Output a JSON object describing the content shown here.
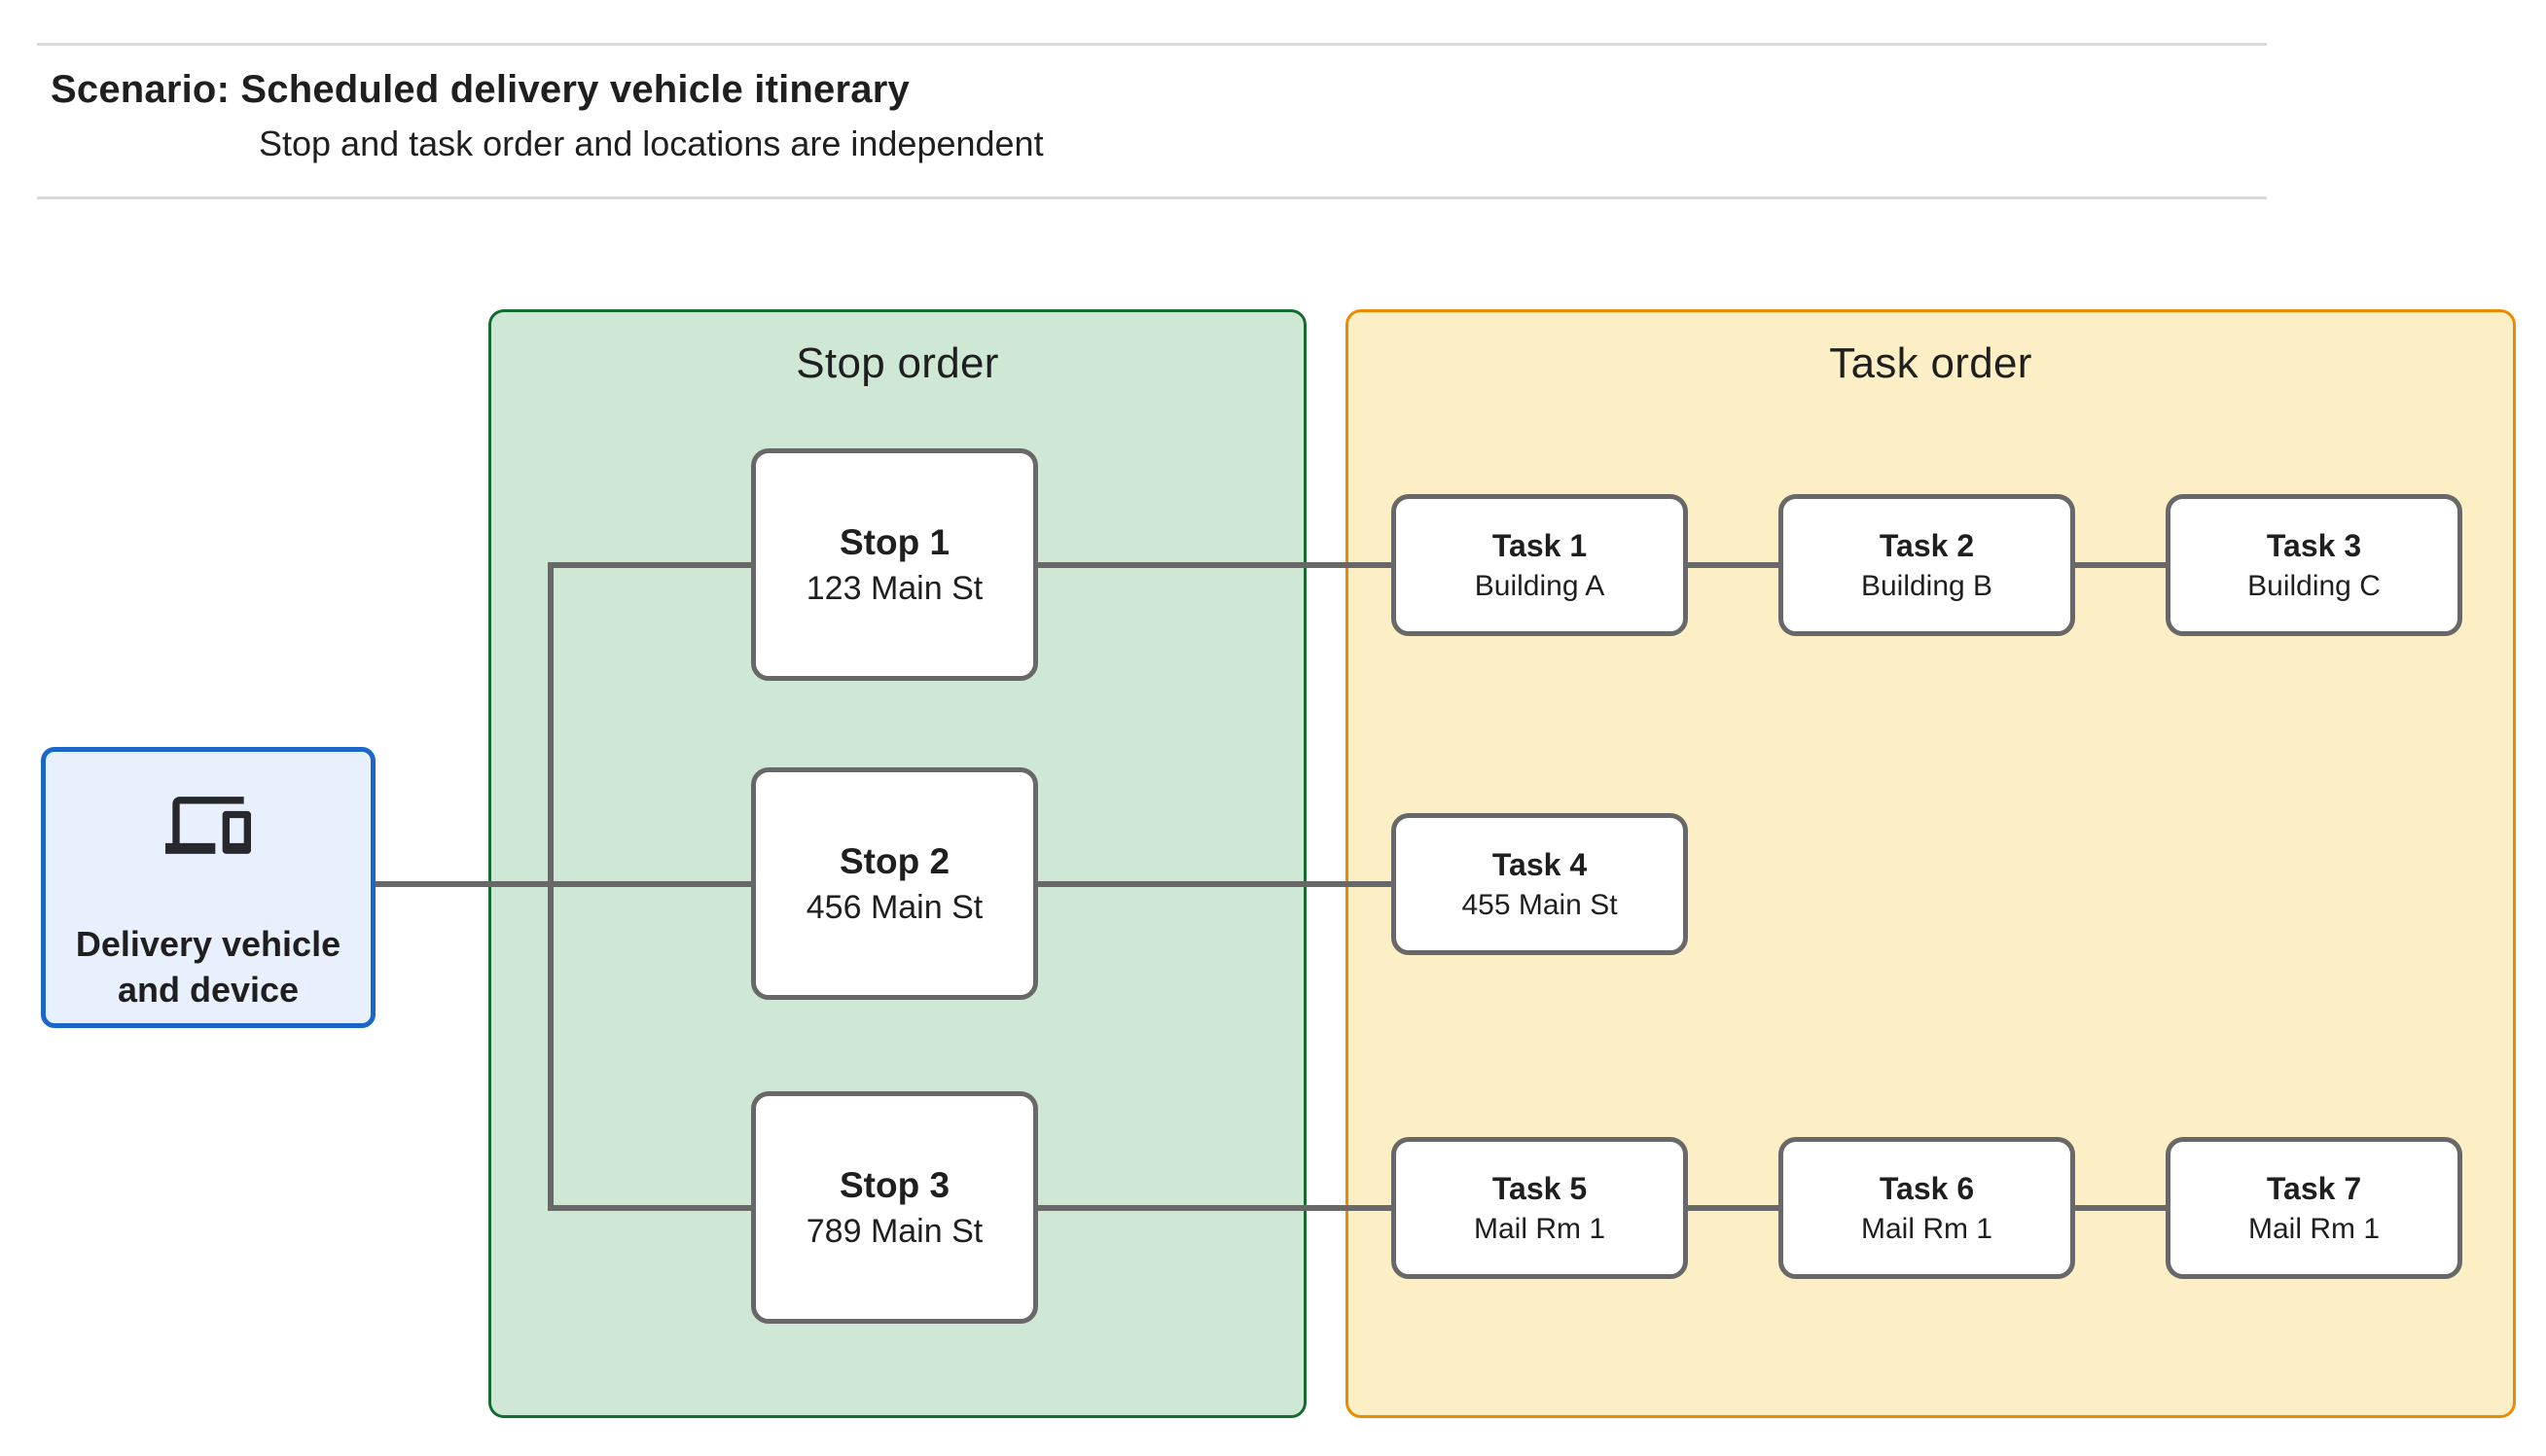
{
  "header": {
    "title": "Scenario: Scheduled delivery vehicle itinerary",
    "subtitle": "Stop and task order and locations are independent"
  },
  "vehicle": {
    "icon": "devices-icon",
    "label_line1": "Delivery vehicle",
    "label_line2": "and device"
  },
  "panels": {
    "stop_order": {
      "title": "Stop order",
      "fill": "#cfe7d5",
      "border": "#146c2e"
    },
    "task_order": {
      "title": "Task order",
      "fill": "#fcefc5",
      "border": "#ec8b00"
    }
  },
  "colors": {
    "text": "#1f1f1f",
    "divider": "#d9d9d9",
    "connector": "#686868",
    "node_border": "#686868",
    "vehicle_fill": "#e8f0fe",
    "vehicle_border": "#1b66c9"
  },
  "stops": [
    {
      "label": "Stop 1",
      "sublabel": "123 Main St"
    },
    {
      "label": "Stop 2",
      "sublabel": "456 Main St"
    },
    {
      "label": "Stop 3",
      "sublabel": "789 Main St"
    }
  ],
  "tasks": [
    {
      "label": "Task 1",
      "sublabel": "Building A"
    },
    {
      "label": "Task 2",
      "sublabel": "Building B"
    },
    {
      "label": "Task 3",
      "sublabel": "Building C"
    },
    {
      "label": "Task 4",
      "sublabel": "455 Main St"
    },
    {
      "label": "Task 5",
      "sublabel": "Mail Rm 1"
    },
    {
      "label": "Task 6",
      "sublabel": "Mail Rm 1"
    },
    {
      "label": "Task 7",
      "sublabel": "Mail Rm 1"
    }
  ]
}
